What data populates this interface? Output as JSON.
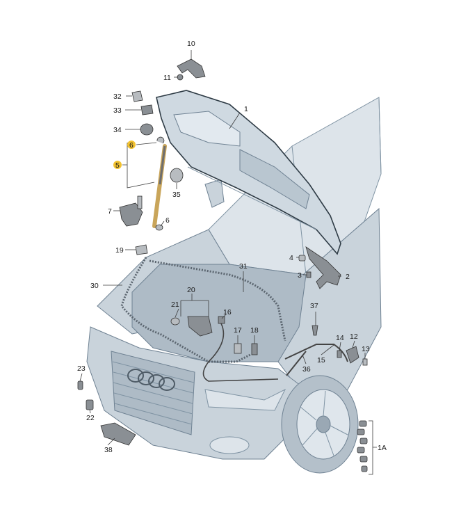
{
  "callouts": {
    "c1": "1",
    "c2": "2",
    "c3": "3",
    "c4": "4",
    "c5": "5",
    "c6a": "6",
    "c6b": "6",
    "c7": "7",
    "c10": "10",
    "c11": "11",
    "c12": "12",
    "c13": "13",
    "c14": "14",
    "c15": "15",
    "c16": "16",
    "c17": "17",
    "c18": "18",
    "c19": "19",
    "c20": "20",
    "c21": "21",
    "c22": "22",
    "c23": "23",
    "c30": "30",
    "c31": "31",
    "c32": "32",
    "c33": "33",
    "c34": "34",
    "c35": "35",
    "c36": "36",
    "c37": "37",
    "c38": "38",
    "c1A": "1A"
  },
  "colors": {
    "highlight": "#f2c230",
    "body_blue": "#c9d3db",
    "line": "#3a3a3a"
  }
}
